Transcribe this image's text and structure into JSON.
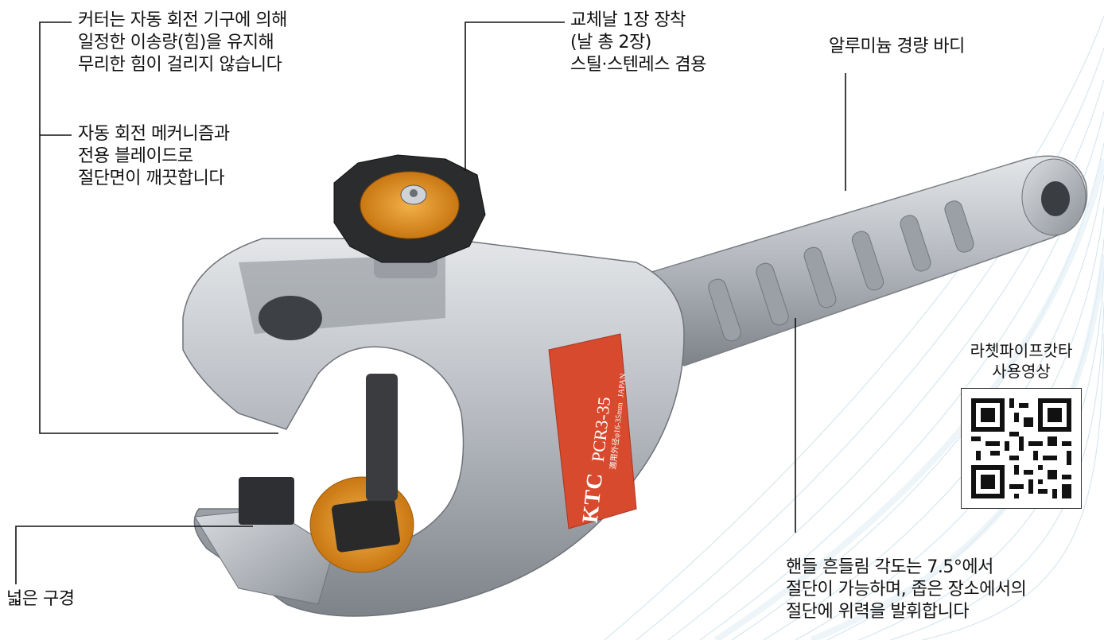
{
  "callouts": {
    "auto_rotation": "커터는 자동 회전 기구에 의해\n일정한 이송량(힘)을 유지해\n무리한 힘이 걸리지 않습니다",
    "clean_cut": "자동 회전 메커니즘과\n전용 블레이드로\n절단면이 깨끗합니다",
    "blade": "교체날 1장 장착\n(날 총 2장)\n스틸·스텐레스 겸용",
    "body": "알루미늄 경량 바디",
    "wide_bore": "넓은 구경",
    "handle_angle": "핸들 흔들림 각도는 7.5°에서\n절단이 가능하며, 좁은 장소에서의\n절단에 위력을 발휘합니다"
  },
  "qr": {
    "caption": "라쳇파이프캇타\n사용영상"
  },
  "label_plate": {
    "brand": "KTC",
    "model": "PCR3-35",
    "spec": "適用外径φ16-35mm",
    "origin": "JAPAN"
  },
  "colors": {
    "label_red": "#d84a2e",
    "blade_orange": "#e8951c",
    "aluminum": "#b8bcc2",
    "knob_black": "#2a2a2a",
    "bg_lines": "#cfe3ee"
  }
}
